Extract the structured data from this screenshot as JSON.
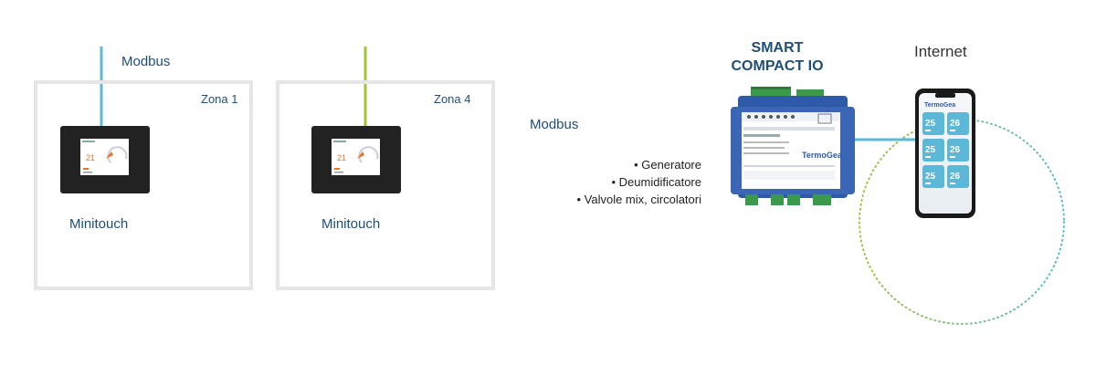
{
  "links": {
    "modbus_top": "Modbus",
    "modbus_right": "Modbus"
  },
  "zones": [
    {
      "label": "Zona 1",
      "device": "Minitouch",
      "screen_temp": "21"
    },
    {
      "label": "Zona 4",
      "device": "Minitouch",
      "screen_temp": "21"
    }
  ],
  "controller": {
    "title_line1": "SMART",
    "title_line2": "COMPACT IO",
    "brand": "TermoGea",
    "bullets": [
      "Generatore",
      "Deumidificatore",
      "Valvole mix, circolatori"
    ]
  },
  "cloud": {
    "label": "Internet",
    "phone_brand": "TermoGea",
    "tile_values": [
      "25",
      "25",
      "25",
      "26",
      "26",
      "26"
    ]
  },
  "colors": {
    "teal": "#5bb8d6",
    "green": "#9cc43a",
    "zone_border": "#e6e6e6",
    "text": "#1f4e79",
    "device_blue": "#2e5aa8"
  }
}
